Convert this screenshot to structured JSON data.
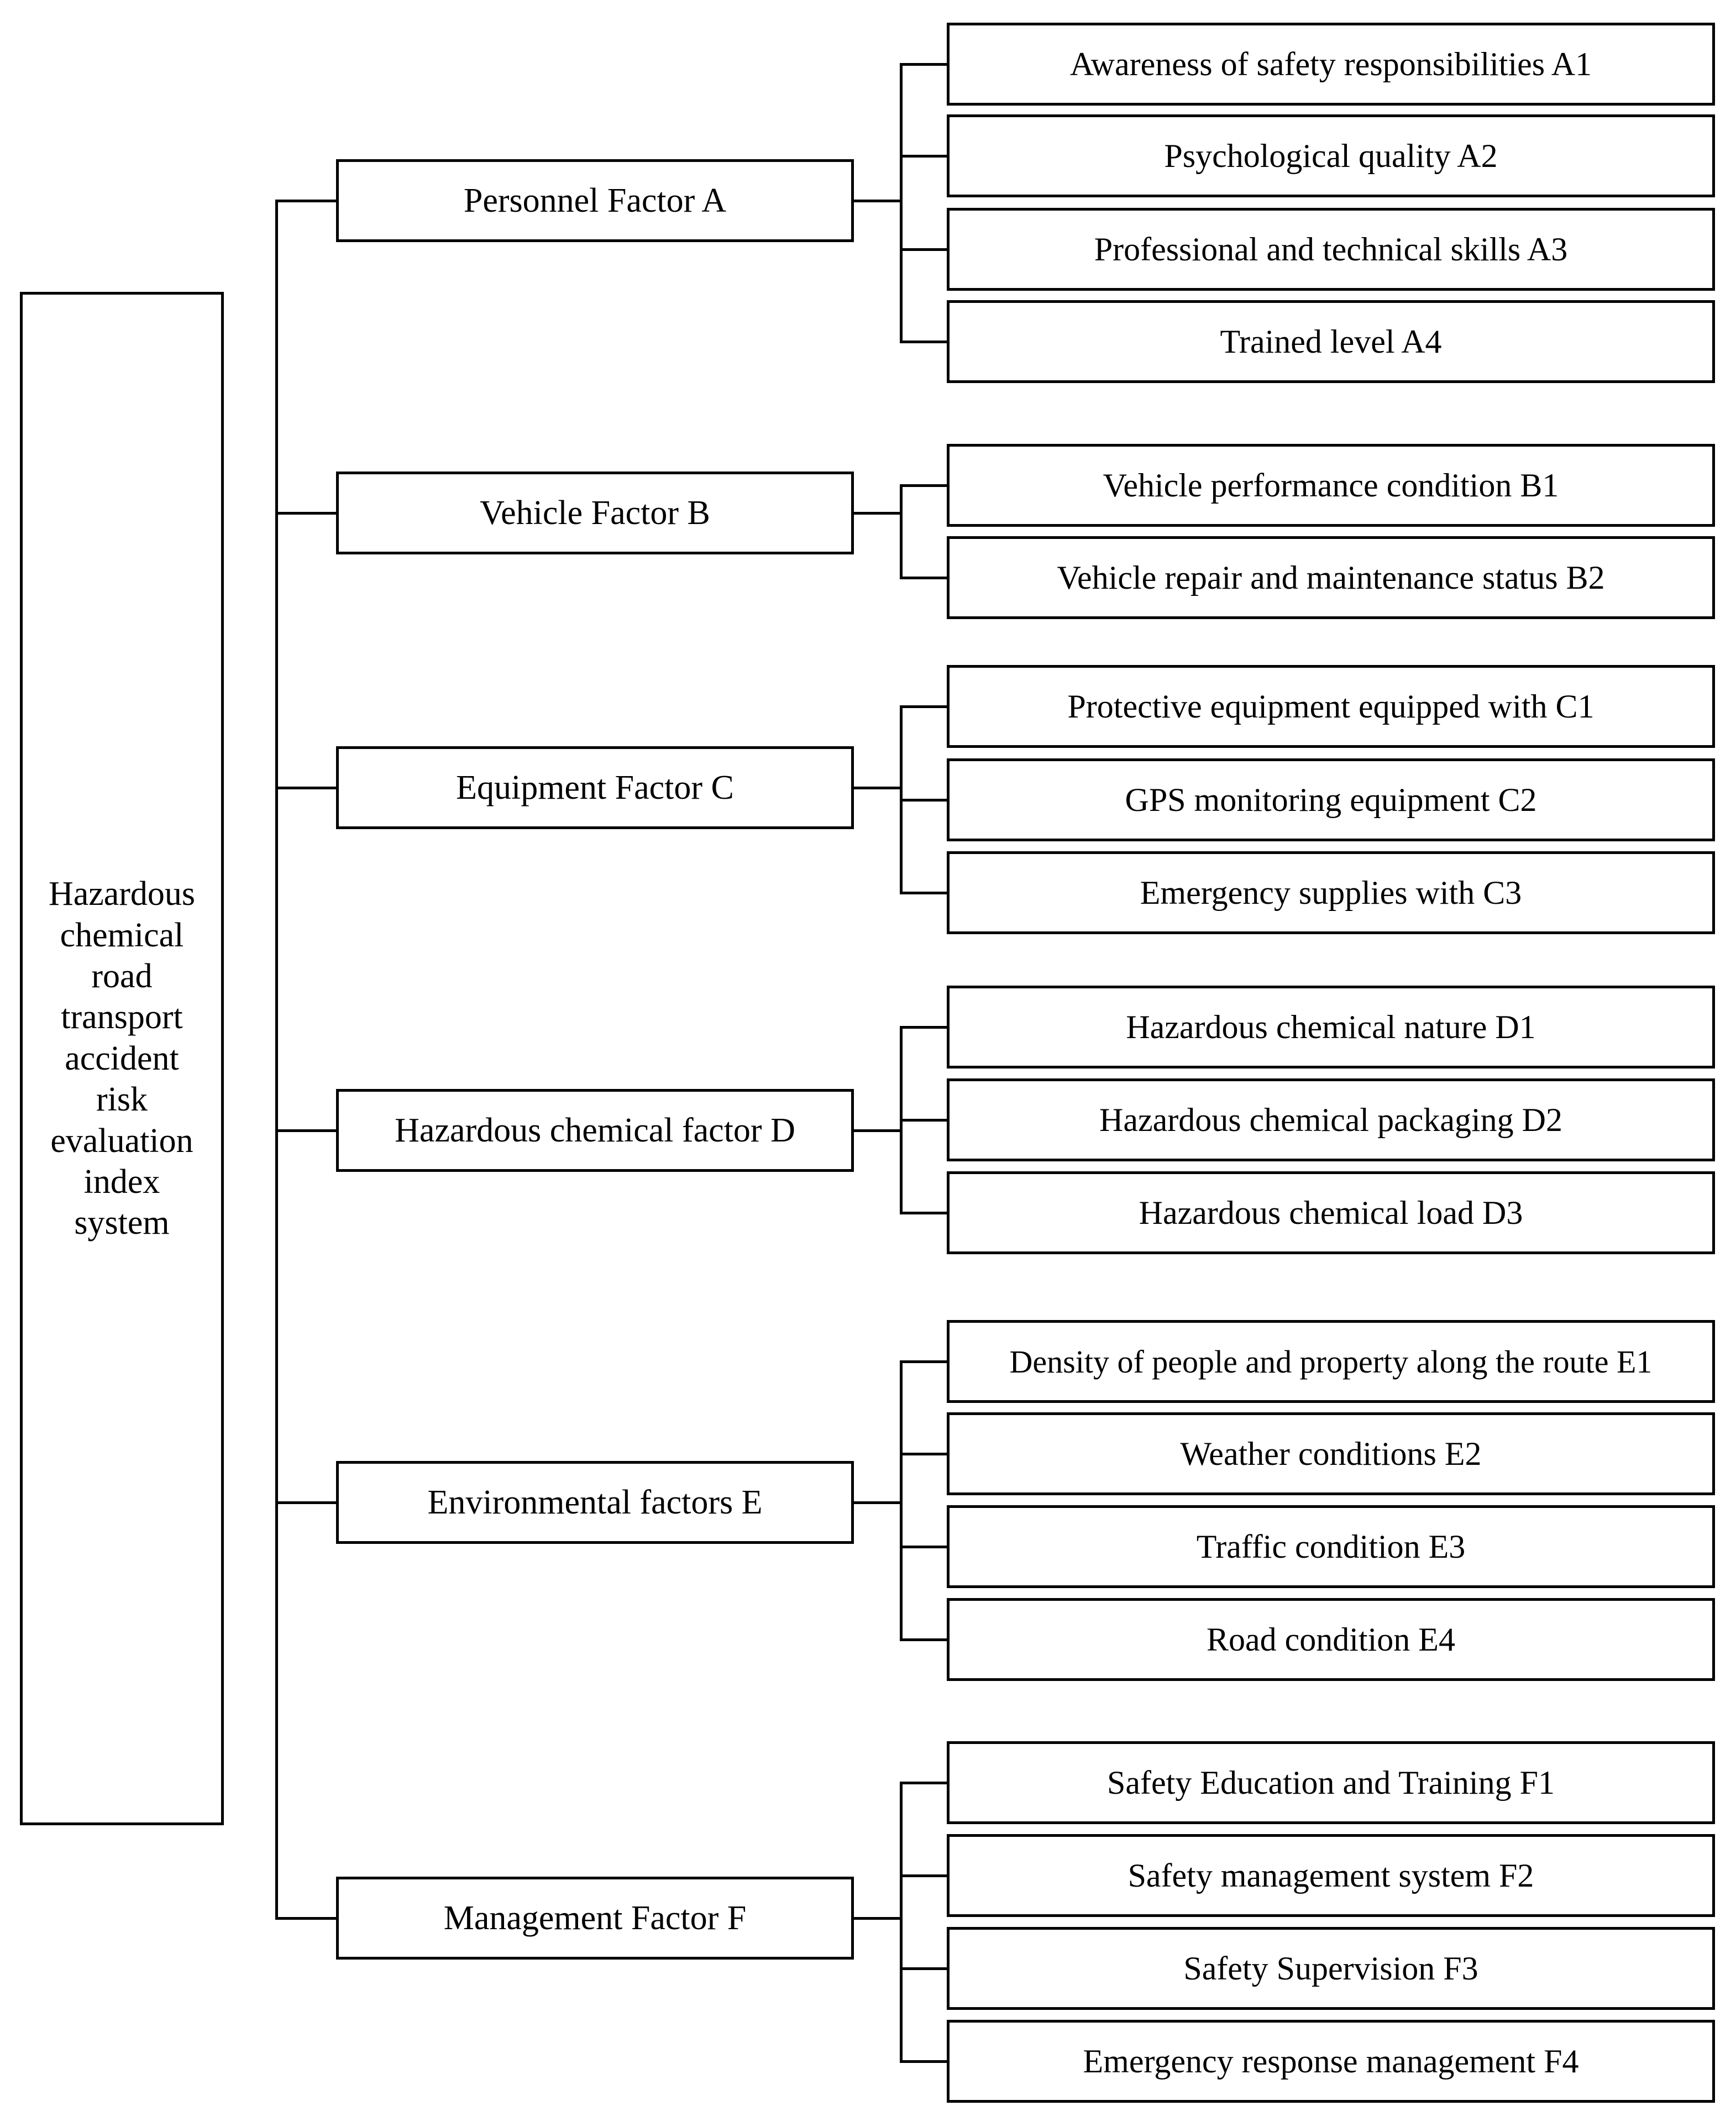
{
  "diagram": {
    "type": "hierarchy-tree",
    "orientation": "left-to-right",
    "root": {
      "label": "Hazardous chemical road transport accident risk evaluation index system",
      "lines": [
        "Hazardous",
        "chemical",
        "road",
        "transport",
        "accident",
        "risk",
        "evaluation",
        "index",
        "system"
      ]
    },
    "colors": {
      "line": "#000000",
      "box_fill": "#ffffff",
      "text": "#000000"
    },
    "groups": [
      {
        "id": "A",
        "label": "Personnel Factor A",
        "children": [
          "Awareness of safety responsibilities A1",
          "Psychological quality A2",
          "Professional and technical skills A3",
          "Trained level A4"
        ]
      },
      {
        "id": "B",
        "label": "Vehicle Factor B",
        "children": [
          "Vehicle performance condition B1",
          "Vehicle repair and maintenance status B2"
        ]
      },
      {
        "id": "C",
        "label": "Equipment Factor C",
        "children": [
          "Protective equipment equipped with C1",
          "GPS monitoring equipment C2",
          "Emergency supplies with C3"
        ]
      },
      {
        "id": "D",
        "label": "Hazardous chemical factor D",
        "children": [
          "Hazardous chemical nature D1",
          "Hazardous chemical packaging D2",
          "Hazardous chemical load D3"
        ]
      },
      {
        "id": "E",
        "label": "Environmental factors E",
        "children": [
          "Density of people and property along the route E1",
          "Weather conditions E2",
          "Traffic condition E3",
          "Road condition E4"
        ]
      },
      {
        "id": "F",
        "label": "Management Factor F",
        "children": [
          "Safety Education and Training F1",
          "Safety management system F2",
          "Safety Supervision F3",
          "Emergency response management F4"
        ]
      }
    ]
  }
}
